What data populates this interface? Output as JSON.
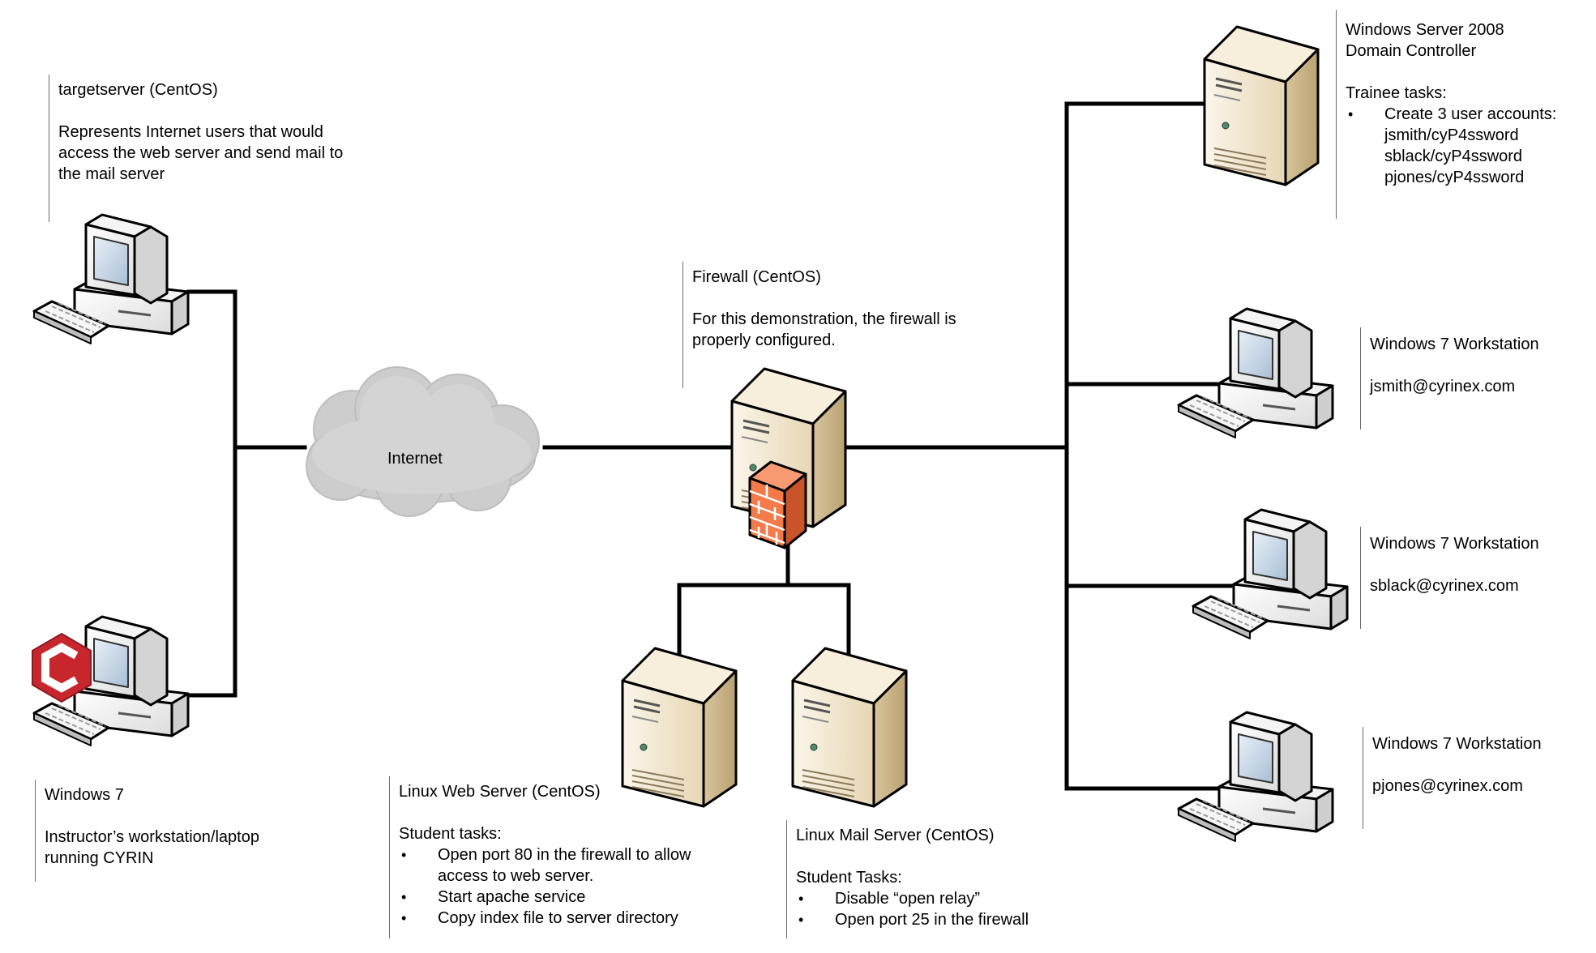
{
  "target": {
    "title": "targetserver (CentOS)",
    "desc1": "Represents Internet users that would",
    "desc2": "access the web server and send mail to",
    "desc3": "the mail server"
  },
  "instructor": {
    "title": "Windows 7",
    "desc1": "Instructor’s workstation/laptop",
    "desc2": "running CYRIN"
  },
  "cloud": {
    "label": "Internet"
  },
  "firewall": {
    "title": "Firewall (CentOS)",
    "desc1": "For this demonstration, the firewall is",
    "desc2": "properly configured."
  },
  "webserver": {
    "title": "Linux Web Server (CentOS)",
    "tasks_heading": "Student tasks:",
    "tasks": [
      {
        "line1": "Open port 80 in the firewall to allow",
        "line2": "access to web server."
      },
      {
        "line1": "Start apache service"
      },
      {
        "line1": "Copy index file to server directory"
      }
    ]
  },
  "mailserver": {
    "title": "Linux Mail Server (CentOS)",
    "tasks_heading": "Student Tasks:",
    "tasks": [
      "Disable “open relay”",
      "Open port 25 in the firewall"
    ]
  },
  "dc": {
    "title1": "Windows Server 2008",
    "title2": "Domain Controller",
    "tasks_heading": "Trainee tasks:",
    "task": "Create 3 user accounts:",
    "accounts": [
      "jsmith/cyP4ssword",
      "sblack/cyP4ssword",
      "pjones/cyP4ssword"
    ]
  },
  "workstations": [
    {
      "title": "Windows 7 Workstation",
      "email": "jsmith@cyrinex.com"
    },
    {
      "title": "Windows 7 Workstation",
      "email": "sblack@cyrinex.com"
    },
    {
      "title": "Windows 7 Workstation",
      "email": "pjones@cyrinex.com"
    }
  ],
  "colors": {
    "line": "#000000",
    "server_body": "#efe3c8",
    "server_side": "#cbb58b",
    "cloud": "#cccccc",
    "firewall_brick": "#f47a4a",
    "cyrin_logo": "#c8262d",
    "monitor_screen": "#c6d6e6"
  }
}
